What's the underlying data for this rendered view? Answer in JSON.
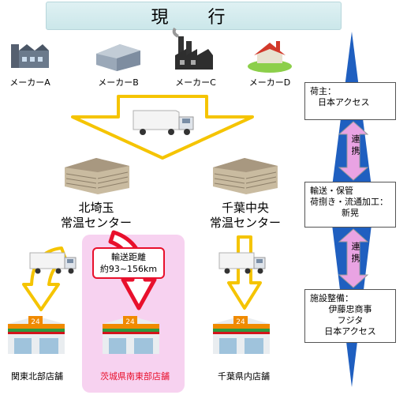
{
  "title": "現　行",
  "makers": [
    "メーカーA",
    "メーカーB",
    "メーカーC",
    "メーカーD"
  ],
  "centers": {
    "kitasaitama": [
      "北埼玉",
      "常温センター"
    ],
    "chibachuo": [
      "千葉中央",
      "常温センター"
    ]
  },
  "stores": {
    "kanto_north": "関東北部店舗",
    "ibaraki_southeast": "茨城県南東部店舗",
    "chiba": "千葉県内店舗"
  },
  "distance": {
    "label": "輸送距離",
    "value": "約93~156km"
  },
  "shelf_sign": "24",
  "right_panel": {
    "shipper": {
      "title": "荷主：",
      "lines": [
        "日本アクセス"
      ]
    },
    "logistics": {
      "title": "輸送・保管",
      "subtitle": "荷捌き・流通加工：",
      "lines": [
        "新晃"
      ]
    },
    "facility": {
      "title": "施設整備：",
      "lines": [
        "伊藤忠商事",
        "フジタ",
        "日本アクセス"
      ]
    },
    "link_label": "連携"
  },
  "colors": {
    "arrow_yellow": "#f5c400",
    "arrow_red": "#e8102c",
    "highlight_pink": "#f7d2f0",
    "double_arrow_pink": "#e9a3e3",
    "right_blue": "#1f5fc0"
  }
}
